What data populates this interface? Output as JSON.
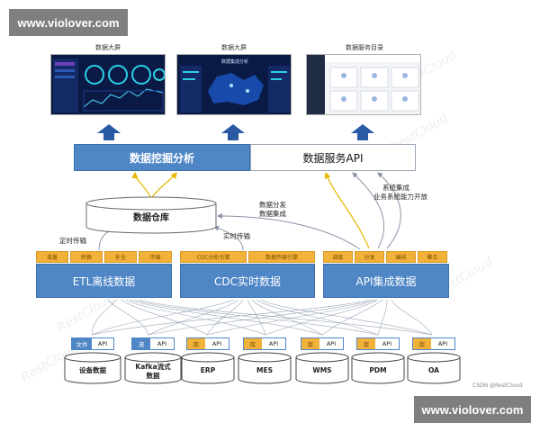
{
  "watermark": {
    "top": "www.violover.com",
    "bottom": "www.violover.com",
    "faint": "RestCloud"
  },
  "dashboards": [
    {
      "title": "数据大屏",
      "theme": "dark",
      "screen_title": ""
    },
    {
      "title": "数据大屏",
      "theme": "dark",
      "screen_title": "数据集成分析"
    },
    {
      "title": "数据服务目录",
      "theme": "light",
      "screen_title": ""
    }
  ],
  "capabilities": {
    "left": "数据挖掘分析",
    "right": "数据服务API"
  },
  "notes": {
    "distribute": [
      "数据分发",
      "数据集成"
    ],
    "system": [
      "系统集成",
      "业务系统能力开放"
    ],
    "scheduled_1": "定时传输",
    "scheduled_2": "实时传输"
  },
  "warehouse": {
    "label": "数据仓库"
  },
  "modules": [
    {
      "name": "ETL离线数据",
      "tabs": [
        "增量",
        "转换",
        "补全",
        "传输"
      ]
    },
    {
      "name": "CDC实时数据",
      "tabs": [
        "CDC分析引擎",
        "数据传输引擎"
      ]
    },
    {
      "name": "API集成数据",
      "tabs": [
        "调度",
        "分发",
        "编排",
        "聚合"
      ]
    }
  ],
  "sources": [
    {
      "type": "文件",
      "api": "API",
      "name": "设备数据",
      "type_style": "blue"
    },
    {
      "type": "流",
      "api": "API",
      "name": "Kafka流式\n数据",
      "type_style": "blue"
    },
    {
      "type": "库",
      "api": "API",
      "name": "ERP",
      "type_style": "orange"
    },
    {
      "type": "库",
      "api": "API",
      "name": "MES",
      "type_style": "orange"
    },
    {
      "type": "库",
      "api": "API",
      "name": "WMS",
      "type_style": "orange"
    },
    {
      "type": "库",
      "api": "API",
      "name": "PDM",
      "type_style": "orange"
    },
    {
      "type": "库",
      "api": "API",
      "name": "OA",
      "type_style": "orange"
    }
  ],
  "credit": "CSDN @RestCloud",
  "colors": {
    "blue": "#4f86c6",
    "orange": "#f2b23a",
    "arrow_blue": "#2b5aa5",
    "line_gray": "#8a94a6",
    "yellow_arrow": "#e6b800"
  }
}
